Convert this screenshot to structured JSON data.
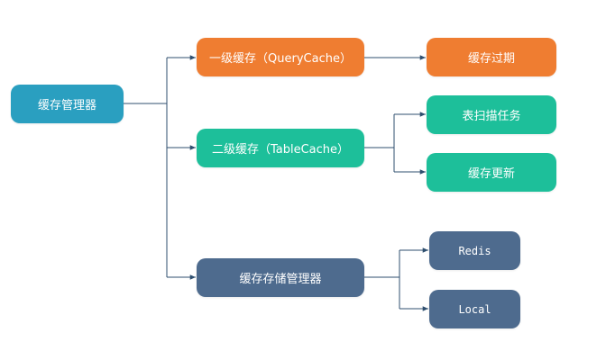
{
  "diagram": {
    "colors": {
      "root": "#2a9fc0",
      "level1": "#ef7d31",
      "level2": "#1dbf9a",
      "storage": "#4e6b8e",
      "edge": "#2f4f6f"
    },
    "nodes": {
      "root": {
        "label": "缓存管理器"
      },
      "l1": {
        "label": "一级缓存（QueryCache）"
      },
      "exp": {
        "label": "缓存过期"
      },
      "l2": {
        "label": "二级缓存（TableCache）"
      },
      "scan": {
        "label": "表扫描任务"
      },
      "upd": {
        "label": "缓存更新"
      },
      "store": {
        "label": "缓存存储管理器"
      },
      "redis": {
        "label": "Redis"
      },
      "local": {
        "label": "Local"
      }
    }
  }
}
